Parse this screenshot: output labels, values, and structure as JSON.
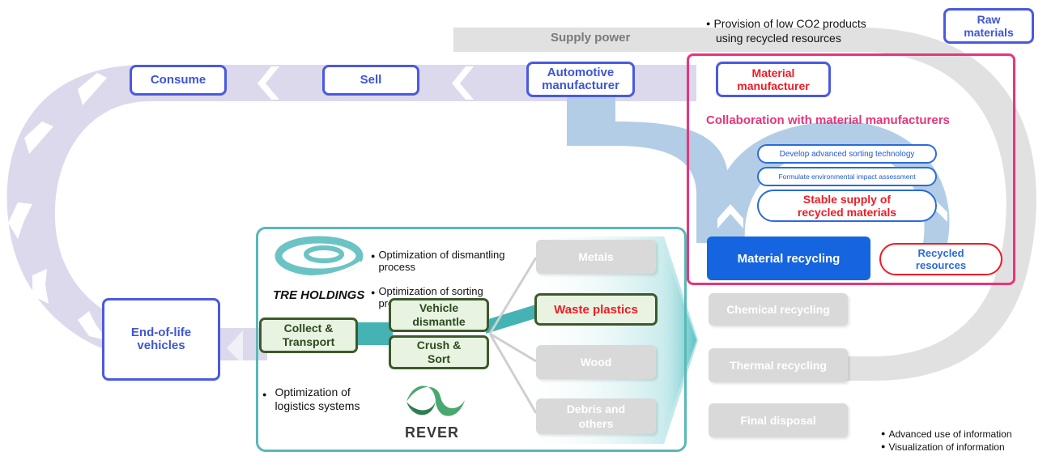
{
  "top_note": {
    "bullet": "●",
    "line1": "Provision of low CO2 products",
    "line2": "using recycled resources"
  },
  "supply_power": "Supply power",
  "raw_materials": "Raw\nmaterials",
  "stages": {
    "consume": "Consume",
    "sell": "Sell",
    "automotive": "Automotive\nmanufacturer",
    "material_manufacturer": "Material\nmanufacturer",
    "end_of_life": "End-of-life\nvehicles"
  },
  "collaboration": {
    "title": "Collaboration with material manufacturers",
    "items": [
      "Develop advanced sorting technology",
      "Formulate environmental impact assessment"
    ],
    "stable_supply": "Stable supply of\nrecycled materials"
  },
  "material_recycling": "Material recycling",
  "recycled_resources": "Recycled\nresources",
  "recycling_options": [
    "Chemical recycling",
    "Thermal recycling",
    "Final disposal"
  ],
  "tre": {
    "name": "TRE HOLDINGS",
    "bullets": [
      "Optimization of dismantling\nprocess",
      "Optimization of sorting\nprocess"
    ]
  },
  "logistics": {
    "bullet": "●",
    "text": "Optimization of\nlogistics systems"
  },
  "rever": "REVER",
  "process": {
    "collect": "Collect &\nTransport",
    "dismantle": "Vehicle\ndismantle",
    "crush": "Crush &\nSort"
  },
  "outputs": {
    "metals": "Metals",
    "waste_plastics": "Waste plastics",
    "wood": "Wood",
    "debris": "Debris and\nothers"
  },
  "info_notes": [
    "Advanced use of information",
    "Visualization of information"
  ],
  "colors": {
    "stage_border": "#4a5ae0",
    "stage_text": "#3d55d6",
    "collab_magenta": "#e8357a",
    "red_text": "#ee1c25",
    "green_border": "#3c5a2b",
    "teal_frame": "#5ab8b8",
    "material_recycling_blue": "#1565e0",
    "grey_box": "#d9d9d9"
  }
}
